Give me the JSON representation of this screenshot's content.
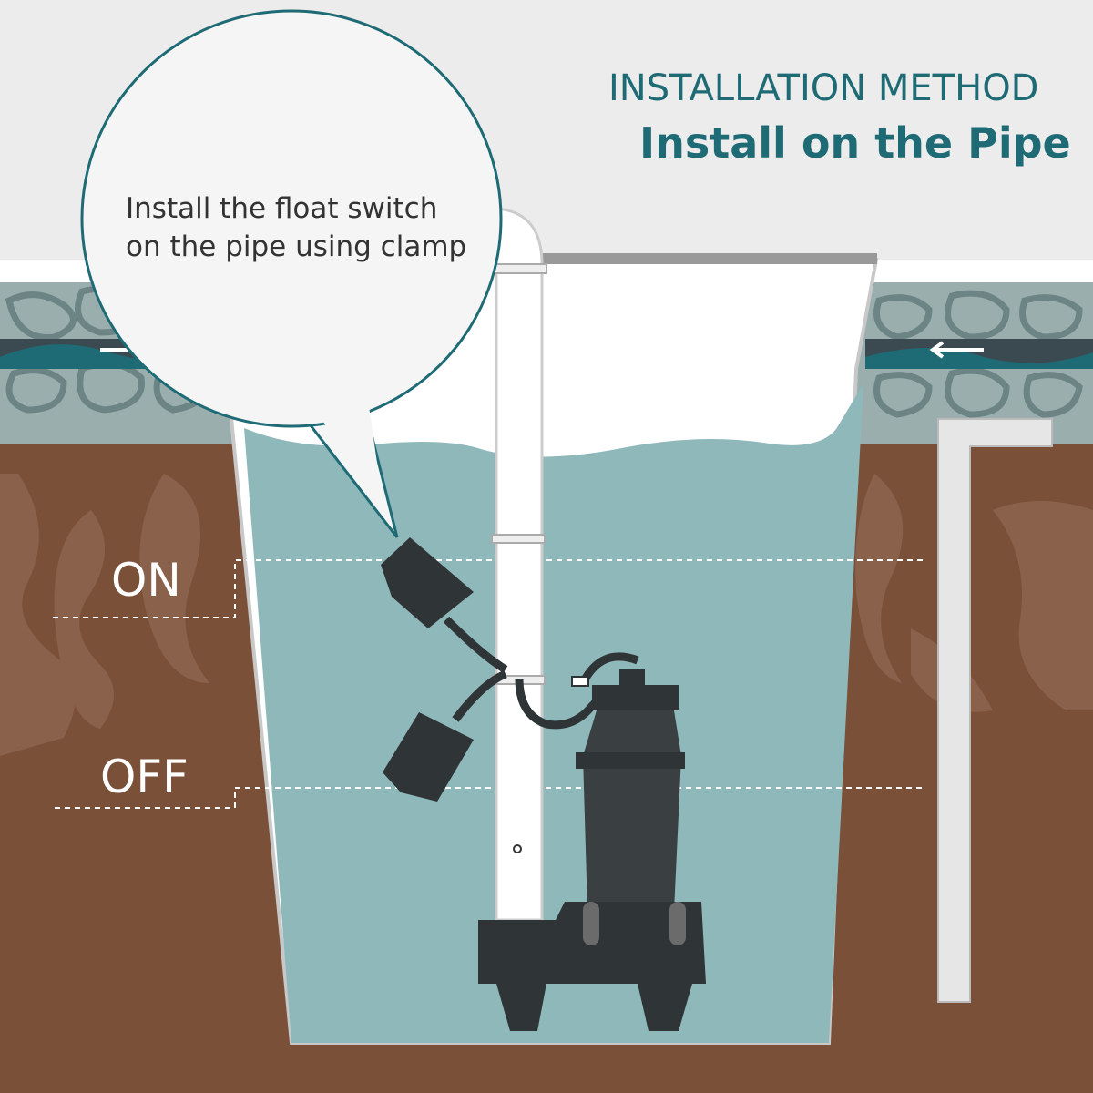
{
  "heading": {
    "line1": "INSTALLATION METHOD",
    "line2": "Install on the Pipe"
  },
  "callout": {
    "text": "Install the float switch\non the pipe using clamp"
  },
  "levels": {
    "on_label": "ON",
    "off_label": "OFF"
  },
  "colors": {
    "teal": "#1f6b75",
    "water": "#8fb8bb",
    "soil": "#7a5038",
    "pump": "#2f3436",
    "pipe": "#ffffff",
    "gravel": "#9aaeae"
  }
}
